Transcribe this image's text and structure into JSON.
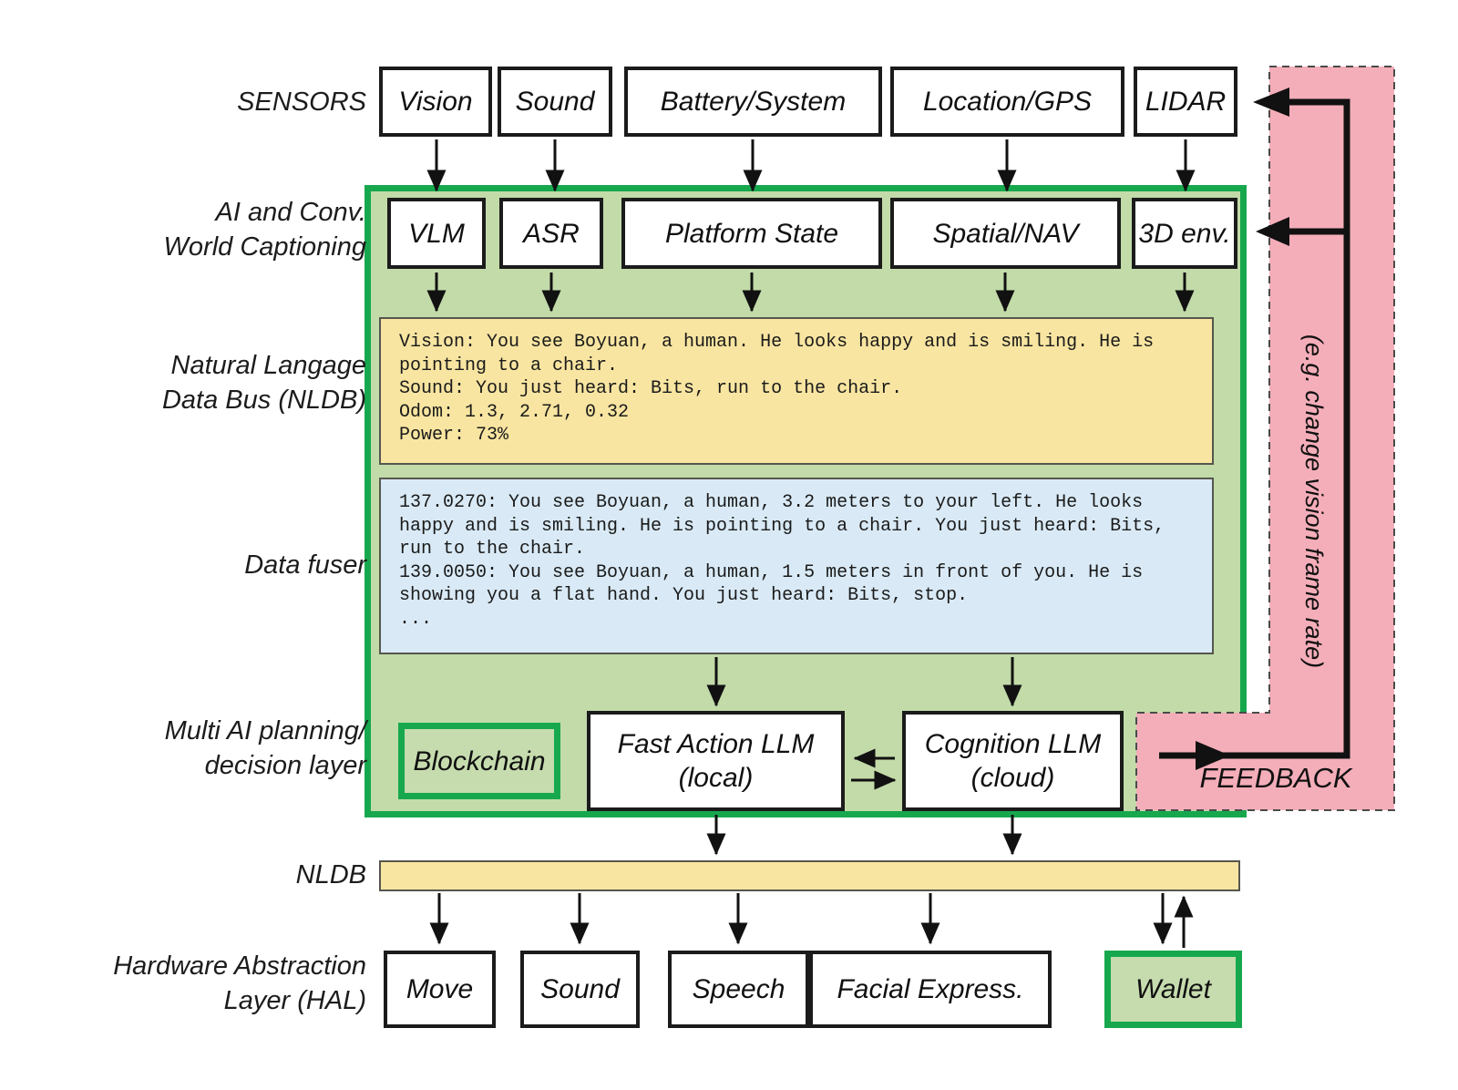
{
  "colors": {
    "container_green_border": "#17a84e",
    "container_green_fill": "#c2dba9",
    "nldb_yellow": "#f8e5a1",
    "fuser_blue": "#d9eaf6",
    "feedback_pink": "#f4aeb9",
    "box_border_black": "#1b1b1b"
  },
  "side_labels": {
    "sensors": "SENSORS",
    "captioning_line1": "AI and Conv.",
    "captioning_line2": "World Captioning",
    "nldb_line1": "Natural Langage",
    "nldb_line2": "Data Bus (NLDB)",
    "data_fuser": "Data fuser",
    "planning_line1": "Multi AI planning/",
    "planning_line2": "decision layer",
    "nldb_bar": "NLDB",
    "hal_line1": "Hardware Abstraction",
    "hal_line2": "Layer (HAL)"
  },
  "sensors": {
    "vision": "Vision",
    "sound": "Sound",
    "battery": "Battery/System",
    "gps": "Location/GPS",
    "lidar": "LIDAR"
  },
  "captioning": {
    "vlm": "VLM",
    "asr": "ASR",
    "platform": "Platform State",
    "spatial": "Spatial/NAV",
    "env3d": "3D env."
  },
  "nldb_bus_text": "Vision: You see Boyuan, a human. He looks happy and is smiling. He is\npointing to a chair.\nSound: You just heard: Bits, run to the chair.\nOdom: 1.3, 2.71, 0.32\nPower: 73%",
  "fuser_text": "137.0270: You see Boyuan, a human, 3.2 meters to your left. He looks\nhappy and is smiling. He is pointing to a chair. You just heard: Bits,\nrun to the chair.\n139.0050: You see Boyuan, a human, 1.5 meters in front of you. He is\nshowing you a flat hand. You just heard: Bits, stop.\n...",
  "planning": {
    "blockchain": "Blockchain",
    "fast_llm_line1": "Fast Action LLM",
    "fast_llm_line2": "(local)",
    "cognition_llm_line1": "Cognition LLM",
    "cognition_llm_line2": "(cloud)"
  },
  "hal": {
    "move": "Move",
    "sound": "Sound",
    "speech": "Speech",
    "facial": "Facial Express.",
    "wallet": "Wallet"
  },
  "feedback": {
    "label": "FEEDBACK",
    "note": "(e.g. change vision frame rate)"
  }
}
